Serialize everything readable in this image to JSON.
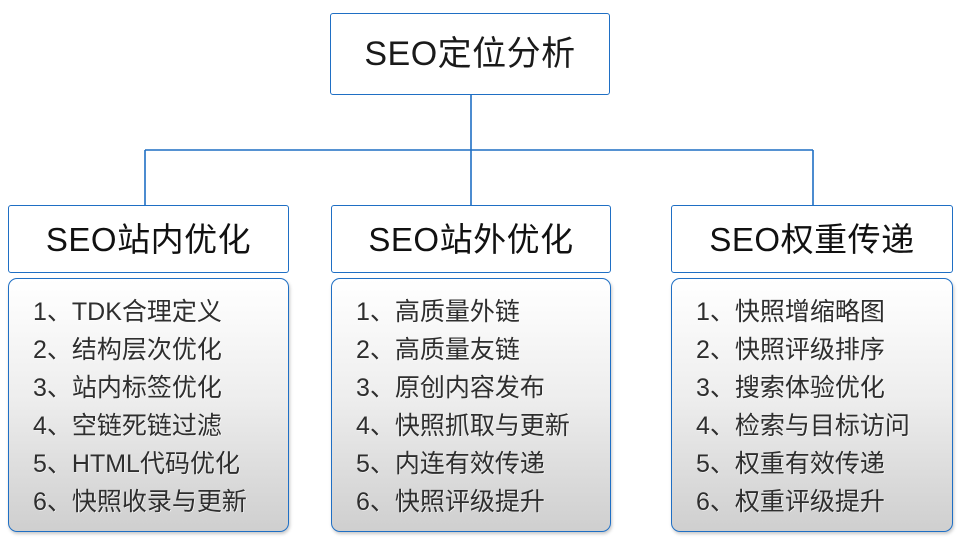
{
  "diagram": {
    "type": "org-tree",
    "root": {
      "label": "SEO定位分析"
    },
    "connector_color": "#1f6fc4",
    "branches": [
      {
        "id": "seo-onsite",
        "title": "SEO站内优化",
        "items": [
          "1、TDK合理定义",
          "2、结构层次优化",
          "3、站内标签优化",
          "4、空链死链过滤",
          "5、HTML代码优化",
          "6、快照收录与更新"
        ]
      },
      {
        "id": "seo-offsite",
        "title": "SEO站外优化",
        "items": [
          "1、高质量外链",
          "2、高质量友链",
          "3、原创内容发布",
          "4、快照抓取与更新",
          "5、内连有效传递",
          "6、快照评级提升"
        ]
      },
      {
        "id": "seo-weight",
        "title": "SEO权重传递",
        "items": [
          "1、快照增缩略图",
          "2、快照评级排序",
          "3、搜索体验优化",
          "4、检索与目标访问",
          "5、权重有效传递",
          "6、权重评级提升"
        ]
      }
    ]
  }
}
